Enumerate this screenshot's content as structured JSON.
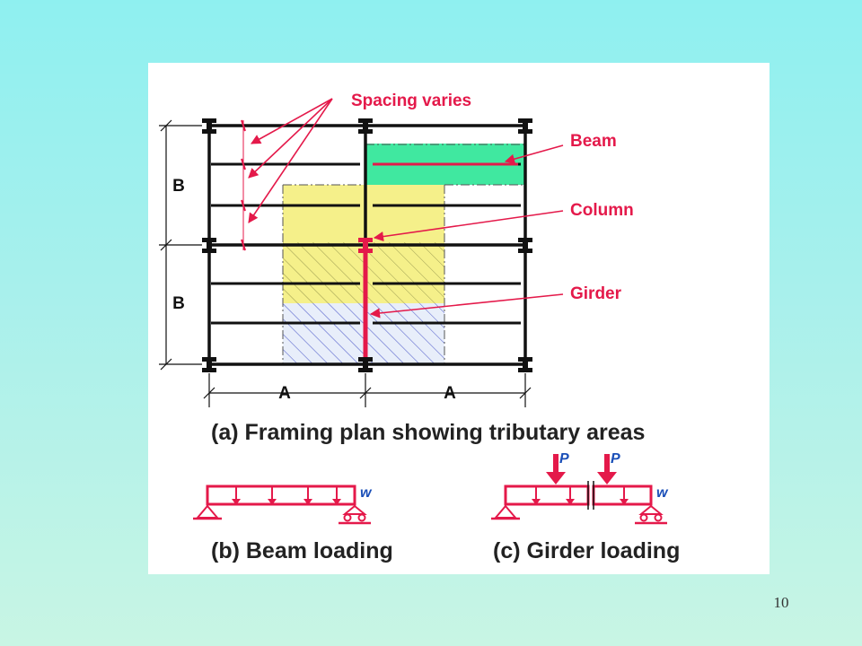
{
  "slide": {
    "page_number": "10"
  },
  "framing_plan": {
    "callouts": {
      "spacing": "Spacing varies",
      "beam": "Beam",
      "column": "Column",
      "girder": "Girder"
    },
    "dimensions": {
      "bay_y_1": "B",
      "bay_y_2": "B",
      "bay_x_1": "A",
      "bay_x_2": "A"
    },
    "caption": "(a) Framing plan showing tributary areas"
  },
  "beam_loading": {
    "load_label": "w",
    "caption": "(b) Beam loading"
  },
  "girder_loading": {
    "point_load_1": "P",
    "point_load_2": "P",
    "load_label": "w",
    "caption": "(c) Girder loading"
  },
  "colors": {
    "member": "#111111",
    "annotation": "#e4194a",
    "beam_area": "#40e8a0",
    "girder_area": "#f5f08a",
    "hatch_girder": "#9a9a50",
    "hatch_lower": "#4a56c8",
    "lower_fill": "#e8eefa"
  }
}
